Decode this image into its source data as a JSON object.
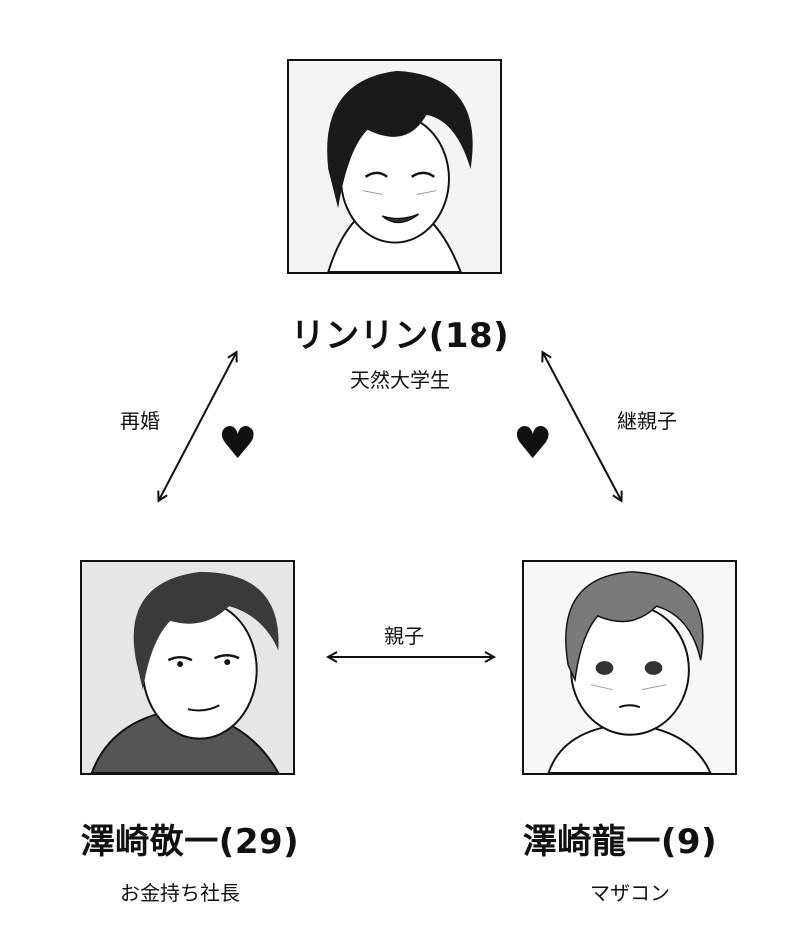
{
  "characters": {
    "top": {
      "name": "リンリン(18)",
      "desc": "天然大学生",
      "portrait_icon": "smiling-youth-portrait"
    },
    "left": {
      "name": "澤崎敬一(29)",
      "desc": "お金持ち社長",
      "portrait_icon": "adult-man-portrait"
    },
    "right": {
      "name": "澤崎龍一(9)",
      "desc": "マザコン",
      "portrait_icon": "blushing-boy-portrait"
    }
  },
  "relations": {
    "top_left": "再婚",
    "top_right": "継親子",
    "left_right": "親子"
  },
  "hearts": [
    "♥",
    "♥"
  ],
  "colors": {
    "line": "#111111",
    "background": "#ffffff"
  }
}
